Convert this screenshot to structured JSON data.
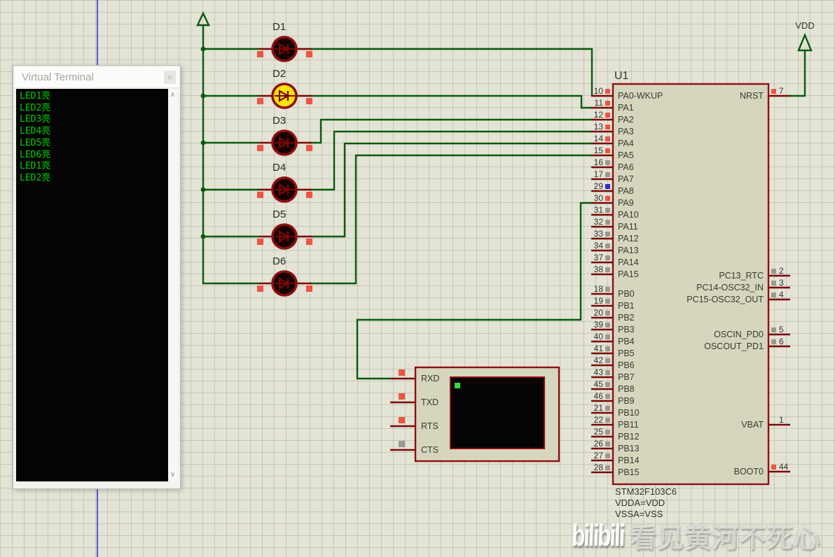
{
  "colors": {
    "background": "#e3e3d6",
    "sheet_line": "#3c3cd0",
    "wire": "#0b5a0b",
    "pin": "#7a0808",
    "component_border": "#8e1010",
    "component_fill": "#d6d6bd",
    "square_red": "#ee5442",
    "square_gray": "#99998f",
    "square_blue": "#2a2ad4",
    "led_off_fill": "#160101",
    "led_on_fill": "#ffe500",
    "led_ring": "#8e1010",
    "terminal_text": "#00cf00",
    "terminal_bg": "#040404",
    "cursor_green": "#33dd33"
  },
  "virtual_terminal": {
    "title": "Virtual Terminal",
    "close_glyph": "×",
    "scroll_up_glyph": "∧",
    "scroll_down_glyph": "∨",
    "lines": [
      "LED1亮",
      "LED2亮",
      "LED3亮",
      "LED4亮",
      "LED5亮",
      "LED6亮",
      "LED1亮",
      "LED2亮"
    ]
  },
  "power": {
    "vdd_label": "VDD"
  },
  "leds": [
    {
      "ref": "D1",
      "state": "off"
    },
    {
      "ref": "D2",
      "state": "on"
    },
    {
      "ref": "D3",
      "state": "off"
    },
    {
      "ref": "D4",
      "state": "off"
    },
    {
      "ref": "D5",
      "state": "off"
    },
    {
      "ref": "D6",
      "state": "off"
    }
  ],
  "mcu": {
    "ref": "U1",
    "part": "STM32F103C6",
    "notes": [
      "VDDA=VDD",
      "VSSA=VSS"
    ],
    "pa_pins": [
      {
        "num": "10",
        "name": "PA0-WKUP",
        "ind": "red"
      },
      {
        "num": "11",
        "name": "PA1",
        "ind": "red"
      },
      {
        "num": "12",
        "name": "PA2",
        "ind": "red"
      },
      {
        "num": "13",
        "name": "PA3",
        "ind": "red"
      },
      {
        "num": "14",
        "name": "PA4",
        "ind": "red"
      },
      {
        "num": "15",
        "name": "PA5",
        "ind": "red"
      },
      {
        "num": "16",
        "name": "PA6",
        "ind": "gray"
      },
      {
        "num": "17",
        "name": "PA7",
        "ind": "gray"
      },
      {
        "num": "29",
        "name": "PA8",
        "ind": "blue"
      },
      {
        "num": "30",
        "name": "PA9",
        "ind": "red"
      },
      {
        "num": "31",
        "name": "PA10",
        "ind": "gray"
      },
      {
        "num": "32",
        "name": "PA11",
        "ind": "gray"
      },
      {
        "num": "33",
        "name": "PA12",
        "ind": "gray"
      },
      {
        "num": "34",
        "name": "PA13",
        "ind": "gray"
      },
      {
        "num": "37",
        "name": "PA14",
        "ind": "gray"
      },
      {
        "num": "38",
        "name": "PA15",
        "ind": "gray"
      }
    ],
    "pb_pins": [
      {
        "num": "18",
        "name": "PB0",
        "ind": "gray"
      },
      {
        "num": "19",
        "name": "PB1",
        "ind": "gray"
      },
      {
        "num": "20",
        "name": "PB2",
        "ind": "gray"
      },
      {
        "num": "39",
        "name": "PB3",
        "ind": "gray"
      },
      {
        "num": "40",
        "name": "PB4",
        "ind": "gray"
      },
      {
        "num": "41",
        "name": "PB5",
        "ind": "gray"
      },
      {
        "num": "42",
        "name": "PB6",
        "ind": "gray"
      },
      {
        "num": "43",
        "name": "PB7",
        "ind": "gray"
      },
      {
        "num": "45",
        "name": "PB8",
        "ind": "gray"
      },
      {
        "num": "46",
        "name": "PB9",
        "ind": "gray"
      },
      {
        "num": "21",
        "name": "PB10",
        "ind": "gray"
      },
      {
        "num": "22",
        "name": "PB11",
        "ind": "gray"
      },
      {
        "num": "25",
        "name": "PB12",
        "ind": "gray"
      },
      {
        "num": "26",
        "name": "PB13",
        "ind": "gray"
      },
      {
        "num": "27",
        "name": "PB14",
        "ind": "gray"
      },
      {
        "num": "28",
        "name": "PB15",
        "ind": "gray"
      }
    ],
    "right_pins": [
      {
        "num": "7",
        "name": "NRST",
        "ind": "red"
      },
      {
        "num": "2",
        "name": "PC13_RTC",
        "ind": "gray"
      },
      {
        "num": "3",
        "name": "PC14-OSC32_IN",
        "ind": "gray"
      },
      {
        "num": "4",
        "name": "PC15-OSC32_OUT",
        "ind": "gray"
      },
      {
        "num": "5",
        "name": "OSCIN_PD0",
        "ind": "gray"
      },
      {
        "num": "6",
        "name": "OSCOUT_PD1",
        "ind": "gray"
      },
      {
        "num": "1",
        "name": "VBAT",
        "ind": "none"
      },
      {
        "num": "44",
        "name": "BOOT0",
        "ind": "red"
      }
    ]
  },
  "serial_component": {
    "pins": [
      {
        "name": "RXD",
        "ind": "red"
      },
      {
        "name": "TXD",
        "ind": "red"
      },
      {
        "name": "RTS",
        "ind": "red"
      },
      {
        "name": "CTS",
        "ind": "gray"
      }
    ]
  },
  "watermark": {
    "logo": "bilibili",
    "text": "看见黄河不死心"
  }
}
